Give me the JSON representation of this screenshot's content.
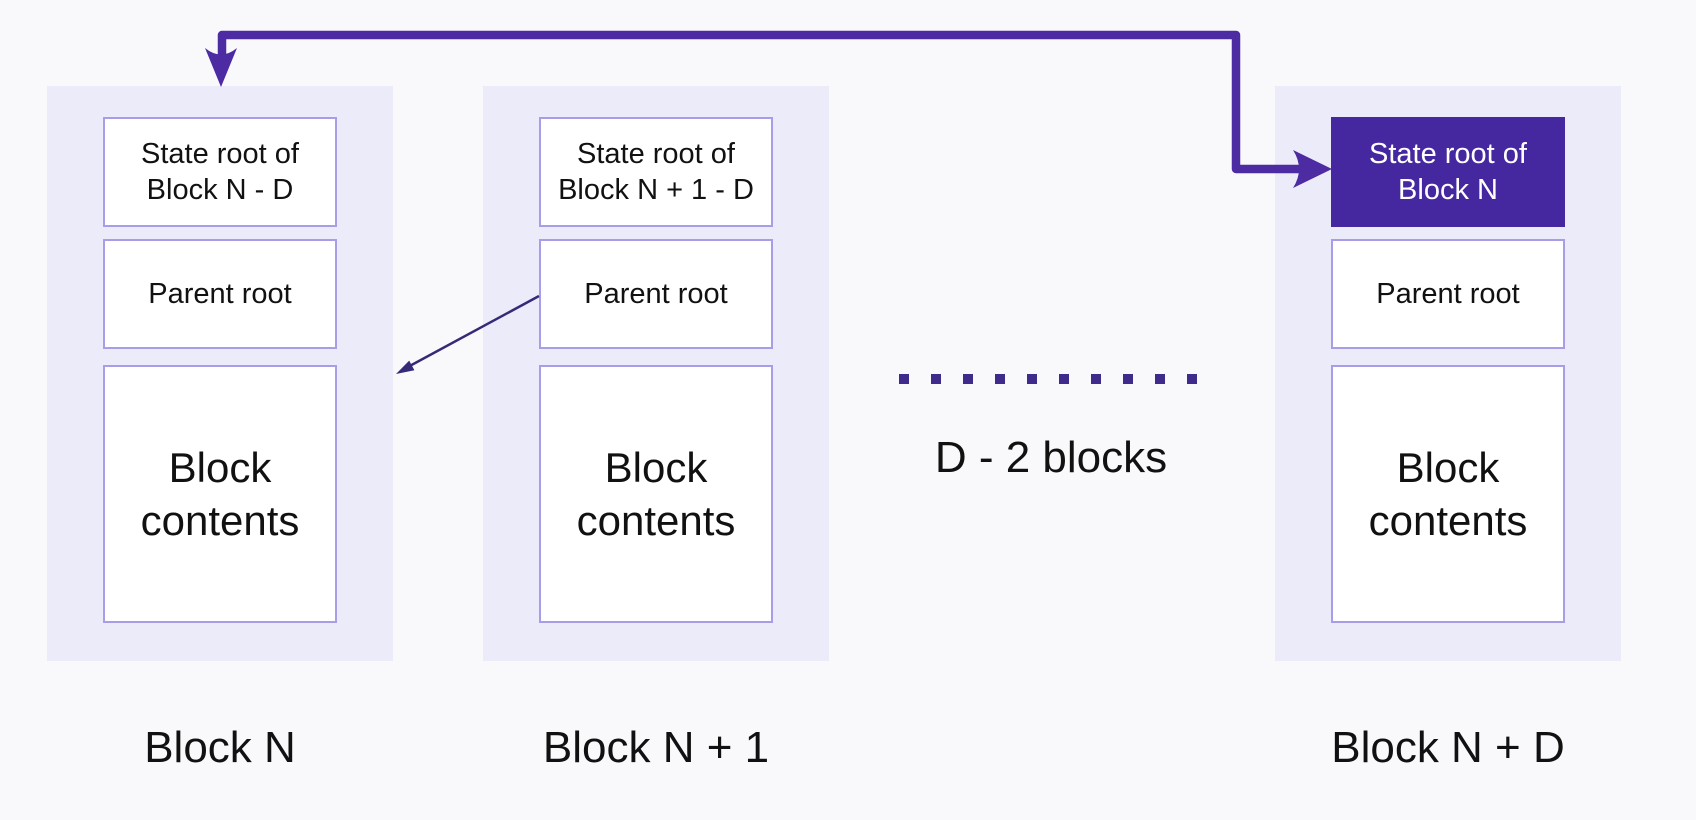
{
  "colors": {
    "background": "#f9f9fb",
    "block_container": "#ecebfa",
    "box_border": "#a89de9",
    "box_background": "#ffffff",
    "highlight_background": "#45289f",
    "highlight_text": "#ffffff",
    "main_arrow": "#4c2ba3",
    "diagonal_arrow": "#352a78",
    "dots": "#3e2b8c",
    "text": "#111111"
  },
  "blocks": [
    {
      "state_root_line1": "State root of",
      "state_root_line2": "Block N - D",
      "parent_root": "Parent root",
      "contents": "Block contents",
      "caption": "Block N",
      "highlighted": false
    },
    {
      "state_root_line1": "State root of",
      "state_root_line2": "Block N + 1 - D",
      "parent_root": "Parent root",
      "contents": "Block contents",
      "caption": "Block N + 1",
      "highlighted": false
    },
    {
      "state_root_line1": "State root of",
      "state_root_line2": "Block N",
      "parent_root": "Parent root",
      "contents": "Block contents",
      "caption": "Block N + D",
      "highlighted": true
    }
  ],
  "middle": {
    "label": "D - 2 blocks",
    "dot_count": 10
  }
}
